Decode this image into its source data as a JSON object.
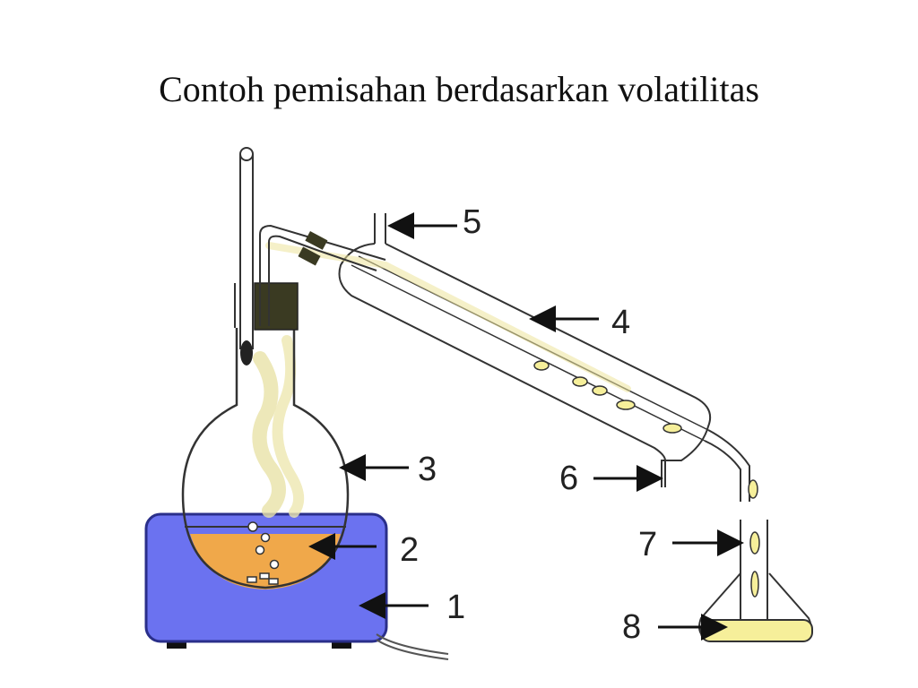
{
  "title": "Contoh pemisahan berdasarkan volatilitas",
  "labels": {
    "l1": "1",
    "l2": "2",
    "l3": "3",
    "l4": "4",
    "l5": "5",
    "l6": "6",
    "l7": "7",
    "l8": "8"
  },
  "colors": {
    "heater": "#6b72f0",
    "liquid": "#f0a84a",
    "distillate": "#f6ef9a",
    "vapor": "#ece39a",
    "stopper": "#3a3a22",
    "glass": "#333333"
  }
}
